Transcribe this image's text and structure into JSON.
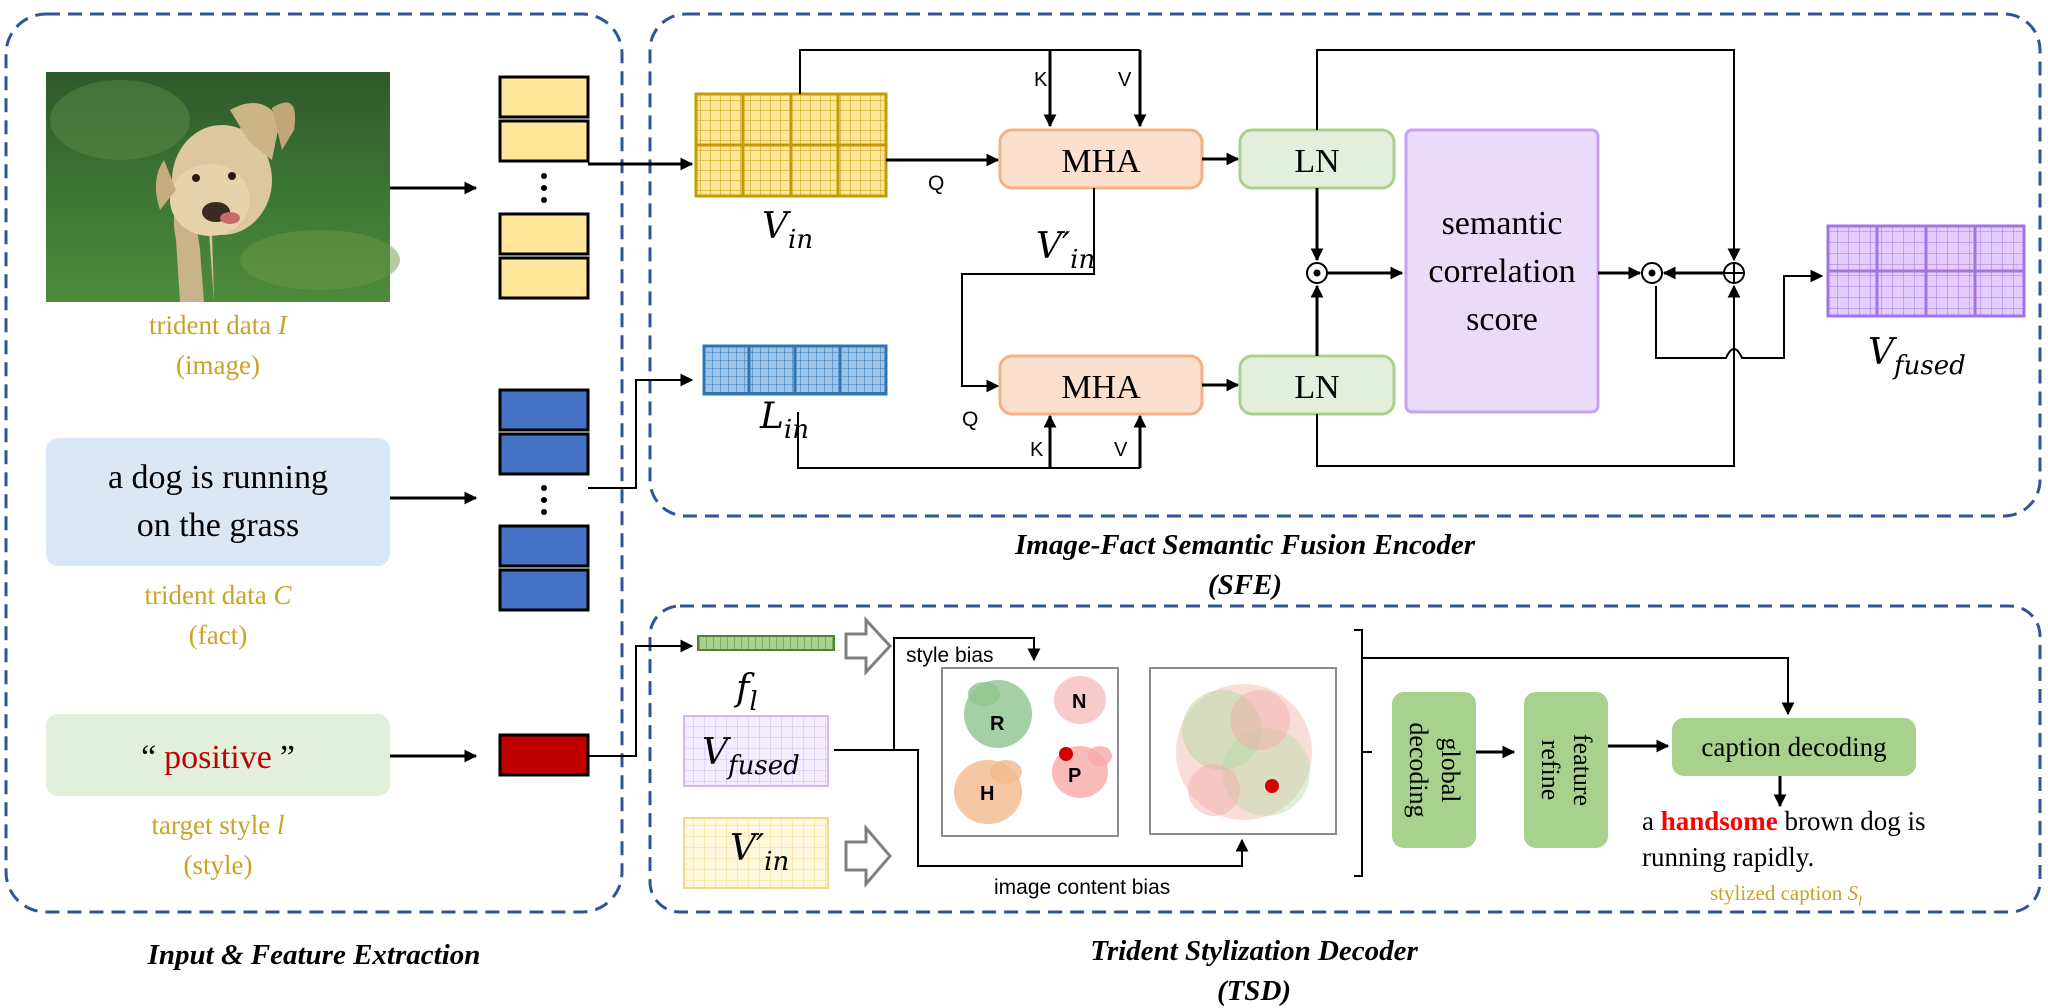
{
  "panels": {
    "input": {
      "caption": "Input & Feature Extraction",
      "image_label": "trident data ",
      "image_label_symbol": "I",
      "image_sub": "(image)",
      "fact_text_line1": "a dog is running",
      "fact_text_line2": "on the grass",
      "fact_label": "trident data ",
      "fact_label_symbol": "C",
      "fact_sub": "(fact)",
      "style_quote_open": "“",
      "style_word": "positive",
      "style_quote_close": "”",
      "style_label": "target style ",
      "style_label_symbol": "l",
      "style_sub": "(style)"
    },
    "sfe": {
      "caption_line1": "Image-Fact Semantic Fusion Encoder",
      "caption_line2": "(SFE)",
      "v_in_base": "V",
      "v_in_sub": "in",
      "l_in_base": "L",
      "l_in_sub": "in",
      "v_prime_base": "V′",
      "v_prime_sub": "in",
      "mha_label": "MHA",
      "ln_label": "LN",
      "k_label": "K",
      "v_label": "V",
      "q_label": "Q",
      "score_line1": "semantic",
      "score_line2": "correlation",
      "score_line3": "score",
      "odot_symbol": "⊙",
      "oplus_symbol": "⊕",
      "v_fused_base": "V",
      "v_fused_sub": "fused"
    },
    "tsd": {
      "caption_line1": "Trident Stylization Decoder",
      "caption_line2": "(TSD)",
      "f_base": "f",
      "f_sub": "l",
      "v_fused_base": "V",
      "v_fused_sub": "fused",
      "v_prime_base": "V′",
      "v_prime_sub": "in",
      "style_bias": "style bias",
      "image_content_bias": "image content bias",
      "cluster_R": "R",
      "cluster_N": "N",
      "cluster_H": "H",
      "cluster_P": "P",
      "global_decoding_line1": "global",
      "global_decoding_line2": "decoding",
      "feature_refine_line1": "feature",
      "feature_refine_line2": "refine",
      "caption_decoding": "caption decoding",
      "output_prefix": "a ",
      "output_highlight": "handsome",
      "output_rest_line1": " brown dog is",
      "output_line2": "running rapidly.",
      "stylized_caption": "stylized caption ",
      "stylized_caption_symbol": "S",
      "stylized_caption_sub": "l"
    }
  },
  "icons": {
    "photo": "dog-photo-icon"
  },
  "colors": {
    "panel_border": "#2f5597",
    "gold_text": "#c9a227",
    "v_in_fill": "#ffe699",
    "v_in_stroke": "#c59a07",
    "l_in_fill": "#9dc3e6",
    "l_in_stroke": "#2e75b6",
    "feat_blue": "#4472c4",
    "feat_yellow": "#ffe699",
    "feat_red": "#c00000",
    "mha_fill": "#fbe0d0",
    "mha_stroke": "#f4b183",
    "ln_fill": "#e2efda",
    "ln_stroke": "#a9d18e",
    "score_fill": "#eadcf8",
    "score_stroke": "#c9a0f0",
    "fused_fill": "#e4ccff",
    "fused_stroke": "#a373e0",
    "green_block": "#a9d18e",
    "positive_red": "#c00000",
    "handsome_red": "#ff0000"
  }
}
